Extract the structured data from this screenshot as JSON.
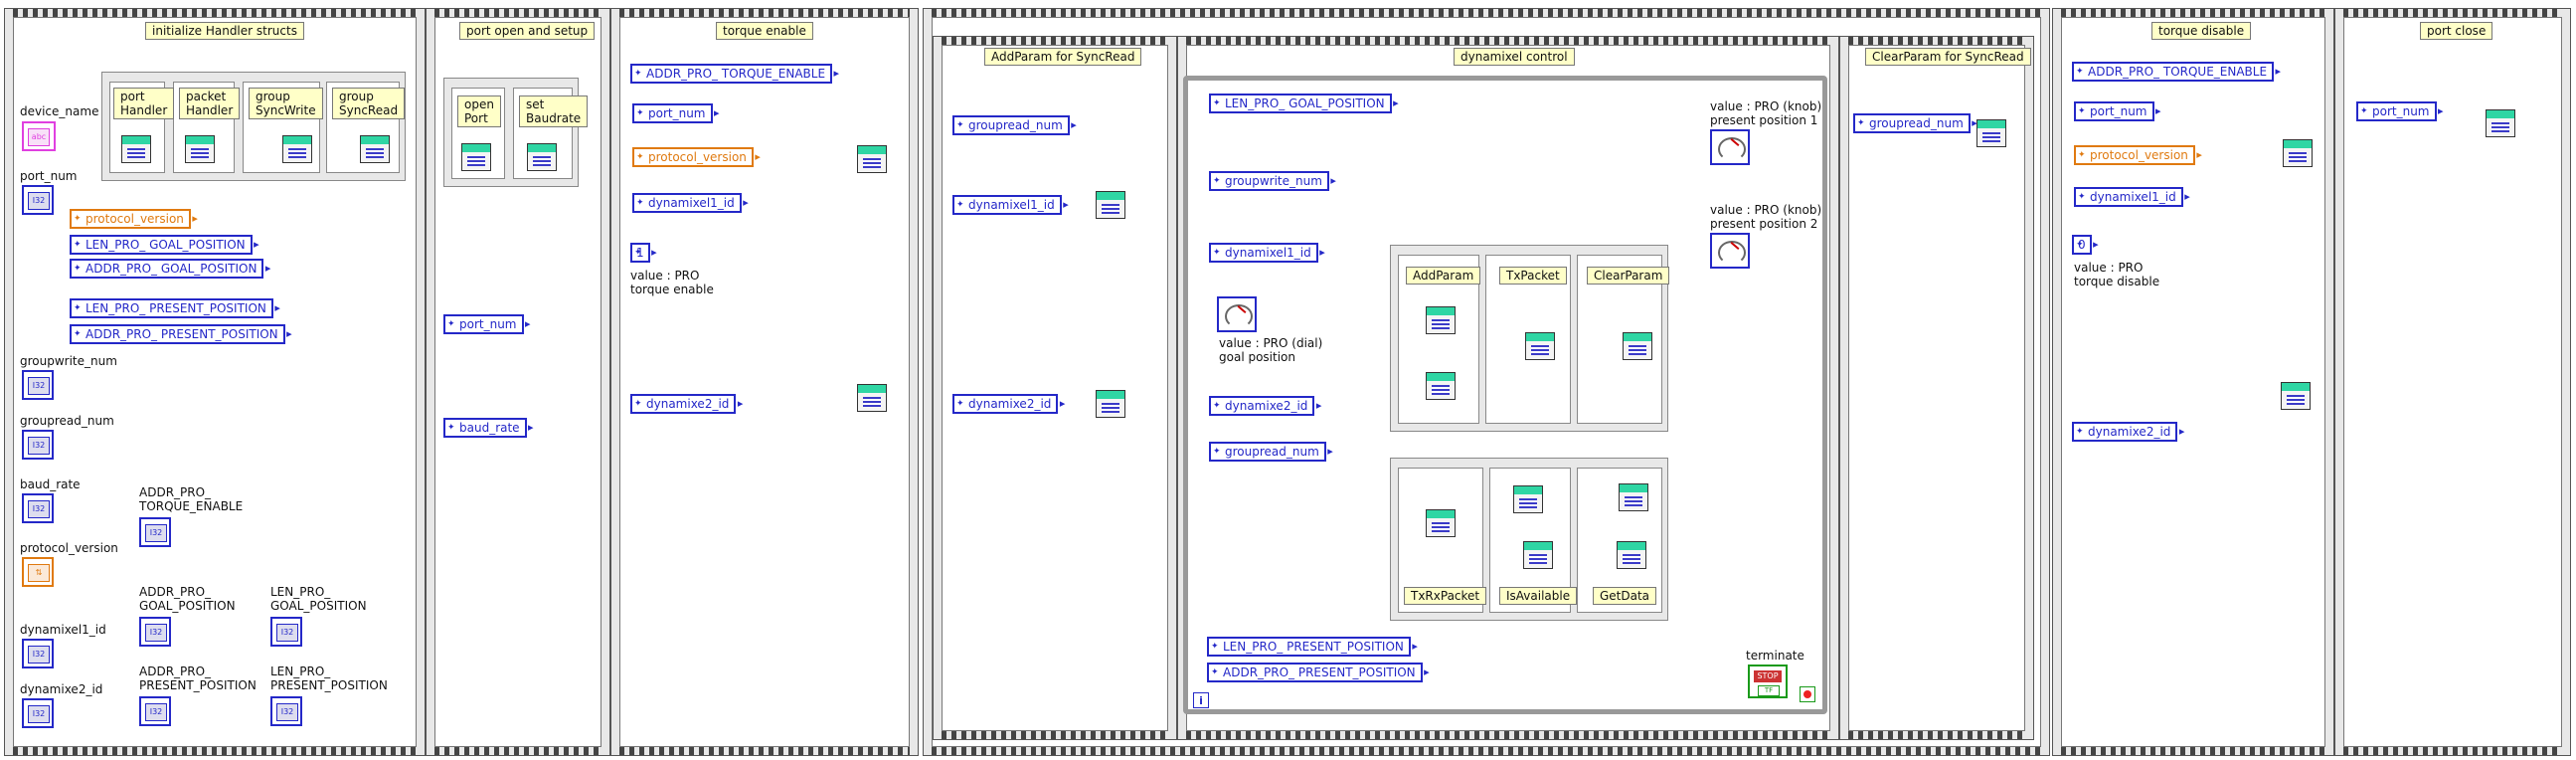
{
  "frames": {
    "init": {
      "title": "initialize Handler structs"
    },
    "port_setup": {
      "title": "port open and setup"
    },
    "torque_enable": {
      "title": "torque enable"
    },
    "addparam": {
      "title": "AddParam for SyncRead"
    },
    "dxl_control": {
      "title": "dynamixel control"
    },
    "clearparam": {
      "title": "ClearParam for SyncRead"
    },
    "torque_disable": {
      "title": "torque disable"
    },
    "port_close": {
      "title": "port close"
    }
  },
  "init": {
    "device_name_label": "device_name",
    "device_name_icon": "abc",
    "port_num_label": "port_num",
    "handlers": [
      "port\nHandler",
      "packet\nHandler",
      "group\nSyncWrite",
      "group\nSyncRead"
    ],
    "consts": [
      "protocol_version",
      "LEN_PRO_ GOAL_POSITION",
      "ADDR_PRO_ GOAL_POSITION",
      "LEN_PRO_ PRESENT_POSITION",
      "ADDR_PRO_ PRESENT_POSITION"
    ],
    "groupwrite_num_label": "groupwrite_num",
    "groupread_num_label": "groupread_num",
    "baud_rate_label": "baud_rate",
    "protocol_version_label": "protocol_version",
    "dynamixel1_id_label": "dynamixel1_id",
    "dynamixel2_id_label": "dynamixe2_id",
    "addr_torque_label": "ADDR_PRO_\nTORQUE_ENABLE",
    "addr_goal_label": "ADDR_PRO_\nGOAL_POSITION",
    "len_goal_label": "LEN_PRO_\nGOAL_POSITION",
    "addr_present_label": "ADDR_PRO_\nPRESENT_POSITION",
    "len_present_label": "LEN_PRO_\nPRESENT_POSITION",
    "num_icon": "I32"
  },
  "port_setup": {
    "open_port": "open\nPort",
    "set_baudrate": "set\nBaudrate",
    "port_num": "port_num",
    "baud_rate": "baud_rate"
  },
  "torque_enable": {
    "addr": "ADDR_PRO_ TORQUE_ENABLE",
    "port_num": "port_num",
    "protocol_version": "protocol_version",
    "dxl1": "dynamixel1_id",
    "value_const": "1",
    "value_label": "value : PRO\ntorque enable",
    "dxl2": "dynamixe2_id"
  },
  "addparam": {
    "groupread_num": "groupread_num",
    "dxl1": "dynamixel1_id",
    "dxl2": "dynamixe2_id"
  },
  "dxl_control": {
    "len_goal": "LEN_PRO_ GOAL_POSITION",
    "groupwrite_num": "groupwrite_num",
    "dxl1": "dynamixel1_id",
    "dial_label": "value : PRO (dial)\ngoal position",
    "dxl2": "dynamixe2_id",
    "groupread_num": "groupread_num",
    "len_present": "LEN_PRO_ PRESENT_POSITION",
    "addr_present": "ADDR_PRO_ PRESENT_POSITION",
    "knob1_label": "value : PRO (knob)\npresent position 1",
    "knob2_label": "value : PRO (knob)\npresent position 2",
    "sub_top": [
      "AddParam",
      "TxPacket",
      "ClearParam"
    ],
    "sub_bottom": [
      "TxRxPacket",
      "IsAvailable",
      "GetData"
    ],
    "terminate_label": "terminate",
    "stop_text": "STOP",
    "tf_text": "TF",
    "iter_text": "i"
  },
  "clearparam": {
    "groupread_num": "groupread_num"
  },
  "torque_disable": {
    "addr": "ADDR_PRO_ TORQUE_ENABLE",
    "port_num": "port_num",
    "protocol_version": "protocol_version",
    "dxl1": "dynamixel1_id",
    "value_const": "0",
    "value_label": "value : PRO\ntorque disable",
    "dxl2": "dynamixe2_id"
  },
  "port_close": {
    "port_num": "port_num"
  },
  "colors": {
    "int_wire": "#2428c8",
    "str_wire": "#e040e0",
    "enum_wire": "#e07a10",
    "bool_wire": "#1a9a1a"
  }
}
